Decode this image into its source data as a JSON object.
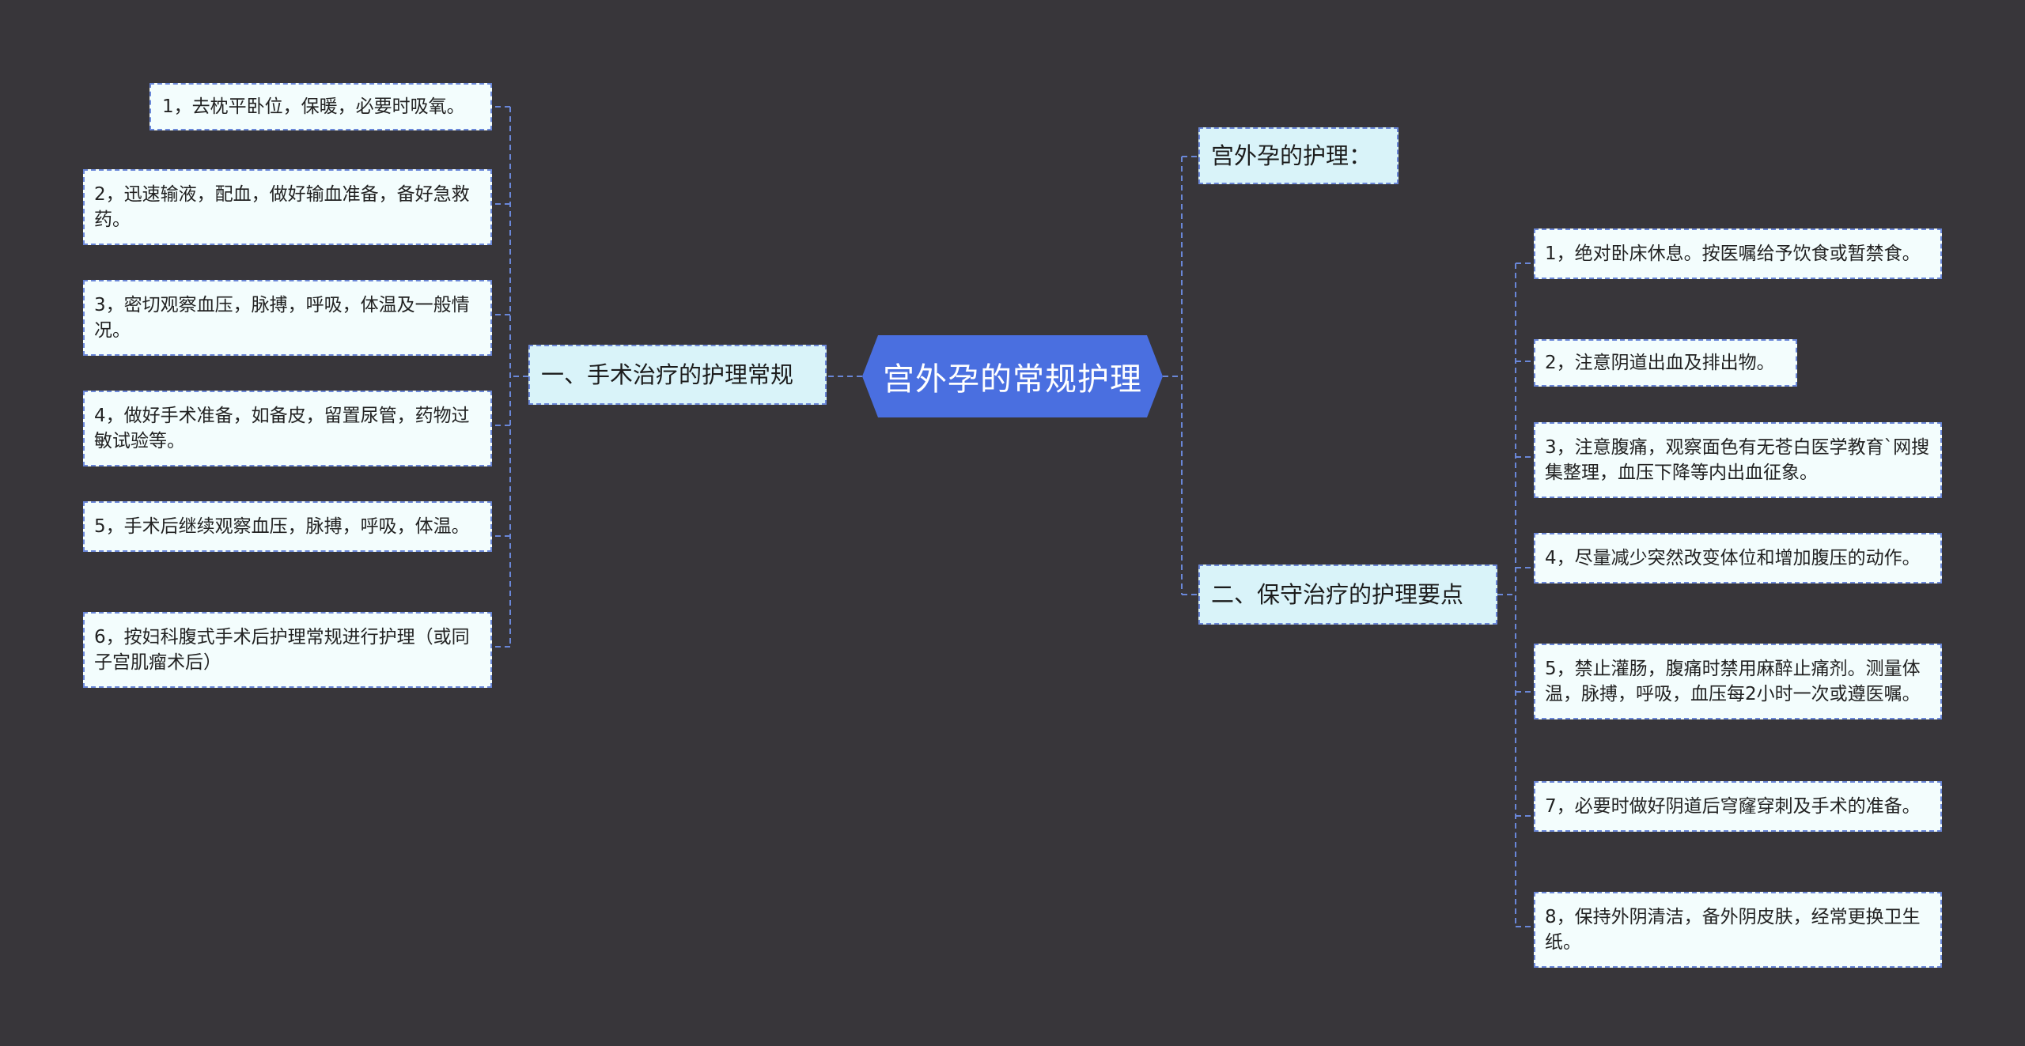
{
  "root": {
    "title": "宫外孕的常规护理"
  },
  "left_branch": {
    "label": "一、手术治疗的护理常规",
    "items": [
      "1，去枕平卧位，保暖，必要时吸氧。",
      "2，迅速输液，配血，做好输血准备，备好急救药。",
      "3，密切观察血压，脉搏，呼吸，体温及一般情况。",
      "4，做好手术准备，如备皮，留置尿管，药物过敏试验等。",
      "5，手术后继续观察血压，脉搏，呼吸，体温。",
      "6，按妇科腹式手术后护理常规进行护理（或同子宫肌瘤术后）"
    ]
  },
  "right_branch_top": {
    "label": "宫外孕的护理："
  },
  "right_branch": {
    "label": "二、保守治疗的护理要点",
    "items": [
      "1，绝对卧床休息。按医嘱给予饮食或暂禁食。",
      "2，注意阴道出血及排出物。",
      "3，注意腹痛，观察面色有无苍白医学教育`网搜集整理，血压下降等内出血征象。",
      "4，尽量减少突然改变体位和增加腹压的动作。",
      "5，禁止灌肠，腹痛时禁用麻醉止痛剂。测量体温，脉搏，呼吸，血压每2小时一次或遵医嘱。",
      "7，必要时做好阴道后穹窿穿刺及手术的准备。",
      "8，保持外阴清洁，备外阴皮肤，经常更换卫生纸。"
    ]
  },
  "colors": {
    "background": "#38363a",
    "root_fill": "#4a6fe0",
    "branch_fill": "#d9f3f9",
    "leaf_fill": "#f3fdfd",
    "connector": "#6a87d8"
  }
}
